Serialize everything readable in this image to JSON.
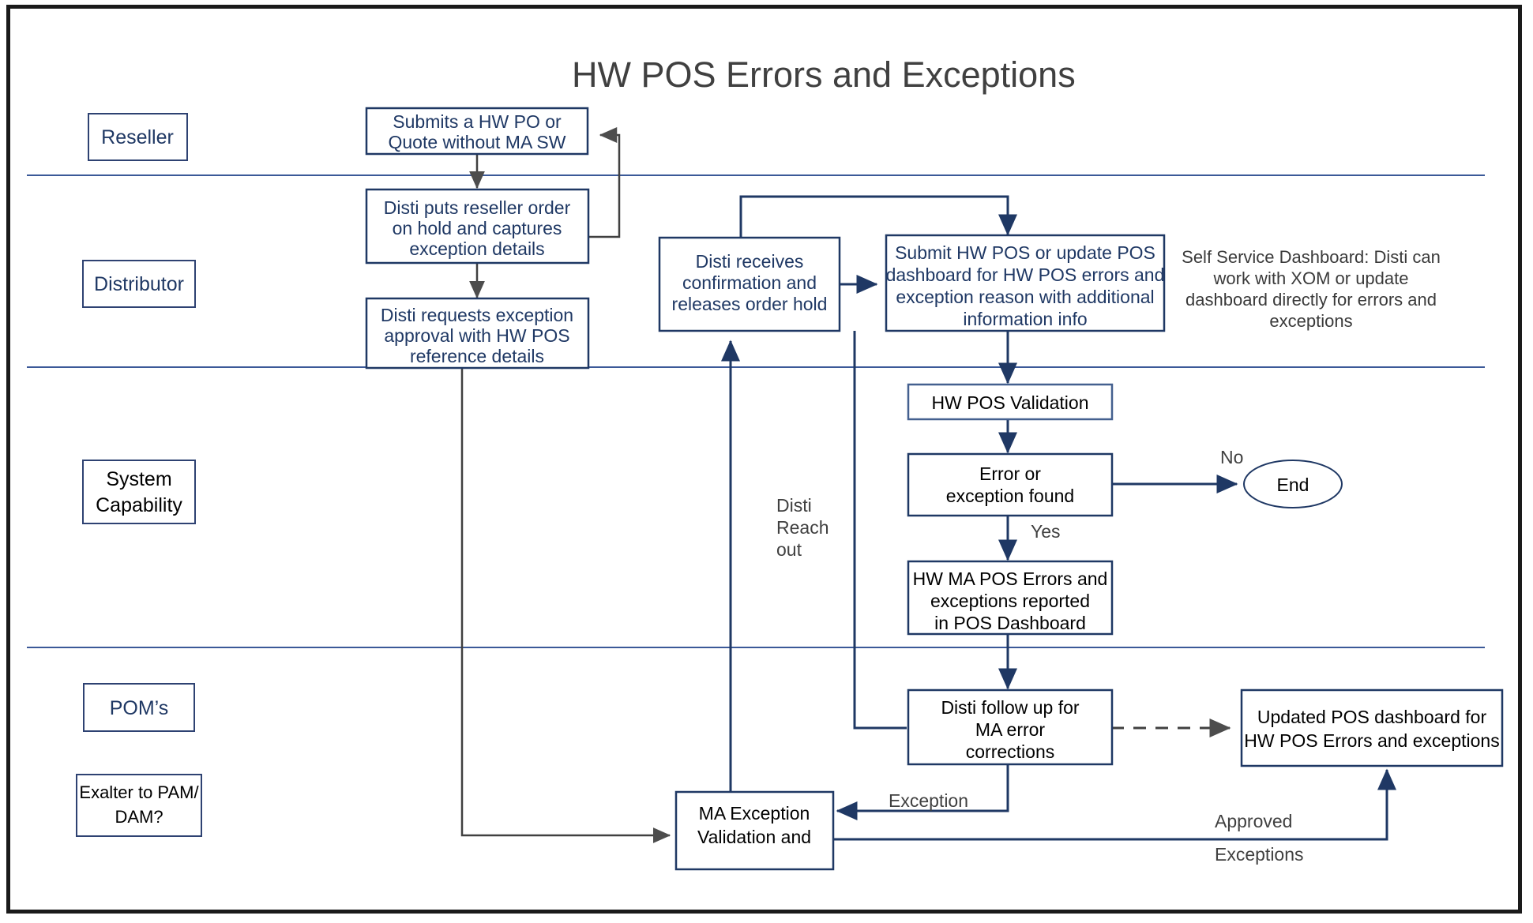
{
  "diagram": {
    "title": "HW POS Errors and Exceptions",
    "colors": {
      "frame": "#1a1a1a",
      "navy": "#1f3864",
      "lane_divider": "#3b5998",
      "gray_text": "#404040",
      "background": "#ffffff"
    },
    "lanes": [
      {
        "id": "reseller",
        "label": "Reseller"
      },
      {
        "id": "distributor",
        "label": "Distributor"
      },
      {
        "id": "system",
        "label_line1": "System",
        "label_line2": "Capability"
      },
      {
        "id": "poms",
        "label": "POM’s"
      },
      {
        "id": "exalter",
        "label_line1": "Exalter to PAM/",
        "label_line2": "DAM?"
      }
    ],
    "nodes": {
      "submits_po": {
        "lines": [
          "Submits a HW PO or",
          "Quote without MA SW"
        ]
      },
      "disti_hold": {
        "lines": [
          "Disti puts reseller order",
          "on hold and captures",
          "exception details"
        ]
      },
      "disti_request": {
        "lines": [
          "Disti requests exception",
          "approval with HW POS",
          "reference details"
        ]
      },
      "disti_confirm": {
        "lines": [
          "Disti receives",
          "confirmation and",
          "releases order hold"
        ]
      },
      "submit_pos": {
        "lines": [
          "Submit HW POS or update POS",
          "dashboard for HW POS errors and",
          "exception reason with additional",
          "information info"
        ]
      },
      "hw_pos_validation": {
        "lines": [
          "HW POS Validation"
        ]
      },
      "error_found": {
        "lines": [
          "Error or",
          "exception found"
        ]
      },
      "ma_pos_errors": {
        "lines": [
          "HW MA POS Errors and",
          "exceptions reported",
          "in POS Dashboard"
        ]
      },
      "disti_followup": {
        "lines": [
          "Disti follow up for",
          "MA error",
          "corrections"
        ]
      },
      "updated_dashboard": {
        "lines": [
          "Updated POS dashboard for",
          "HW POS Errors and exceptions"
        ]
      },
      "ma_exception": {
        "lines": [
          "MA Exception",
          "Validation and"
        ]
      },
      "end": {
        "label": "End"
      }
    },
    "edge_labels": {
      "no": "No",
      "yes": "Yes",
      "exception": "Exception",
      "approved": "Approved",
      "exceptions": "Exceptions",
      "disti_reach_1": "Disti",
      "disti_reach_2": "Reach",
      "disti_reach_3": "out"
    },
    "notes": {
      "self_service": {
        "lines": [
          "Self Service Dashboard: Disti can",
          "work with XOM or update",
          "dashboard directly for errors and",
          "exceptions"
        ]
      }
    }
  }
}
